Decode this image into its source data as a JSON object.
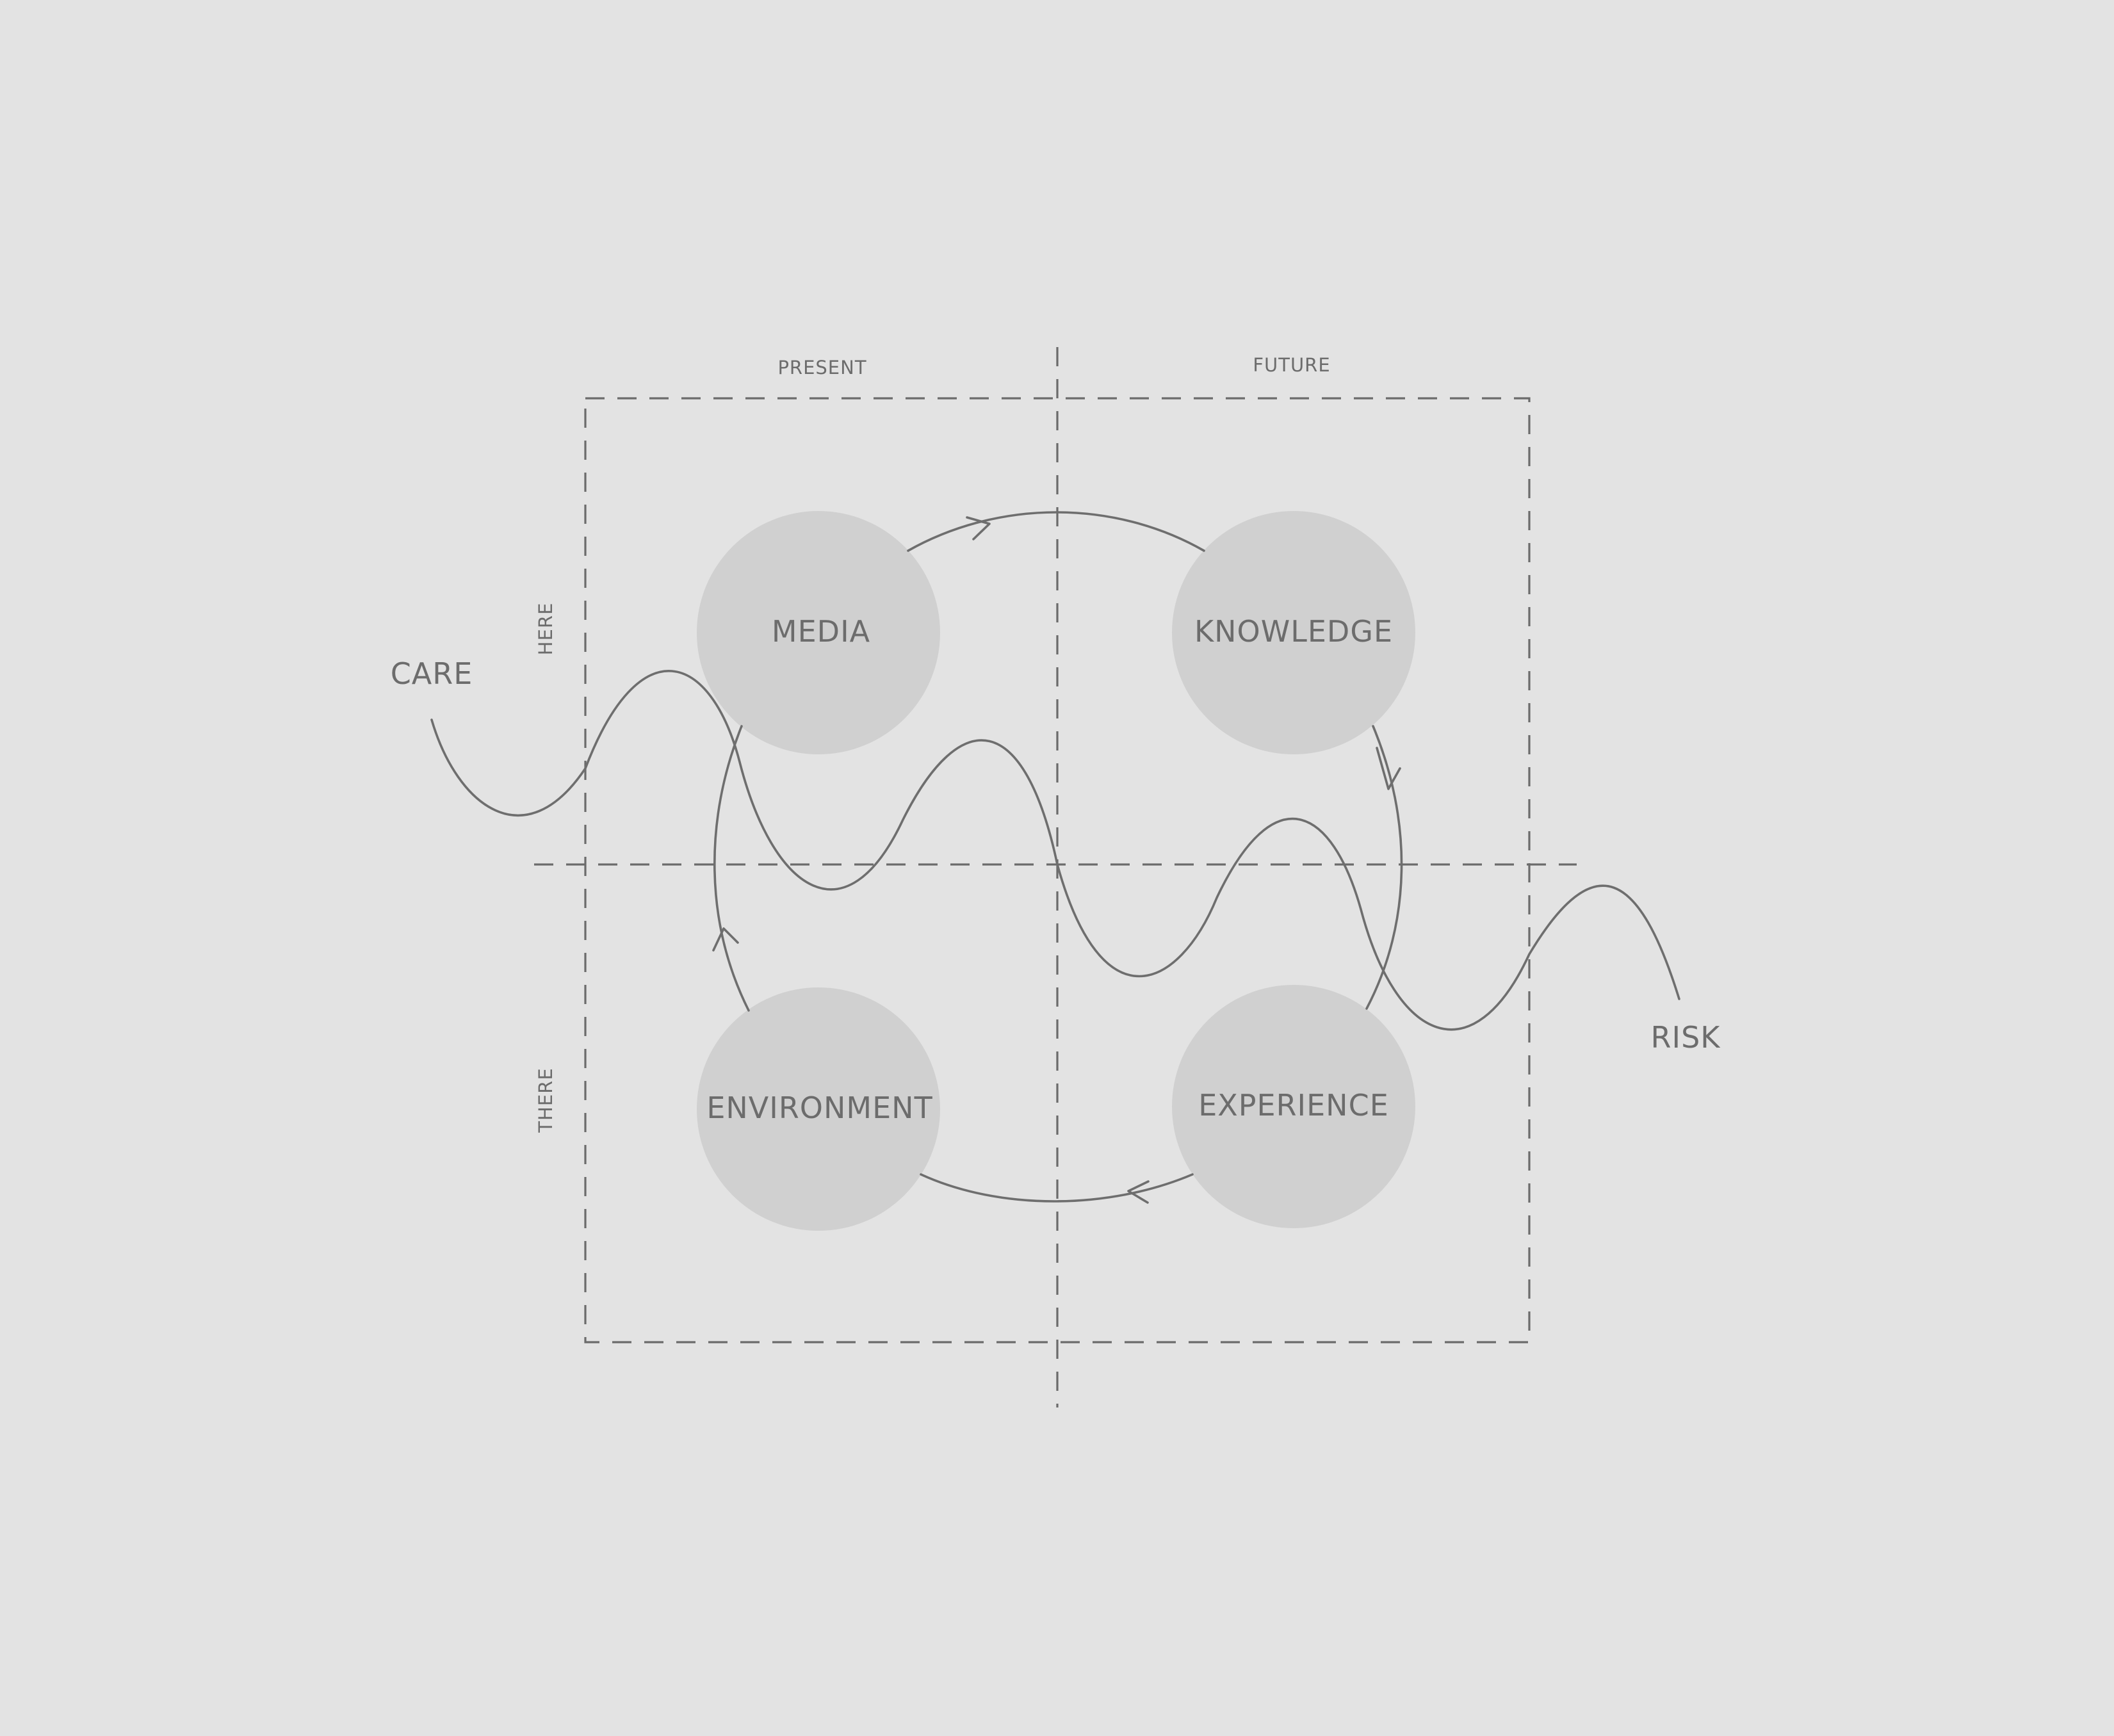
{
  "axes": {
    "present": "PRESENT",
    "future": "FUTURE",
    "here": "HERE",
    "there": "THERE"
  },
  "nodes": {
    "media": "MEDIA",
    "knowledge": "KNOWLEDGE",
    "experience": "EXPERIENCE",
    "environment": "ENVIRONMENT"
  },
  "ends": {
    "start": "CARE",
    "end": "RISK"
  },
  "colors": {
    "background": "#e3e3e3",
    "circle_fill": "#d0d0d0",
    "line": "#6b6b6b",
    "text": "#6c6c6c"
  }
}
